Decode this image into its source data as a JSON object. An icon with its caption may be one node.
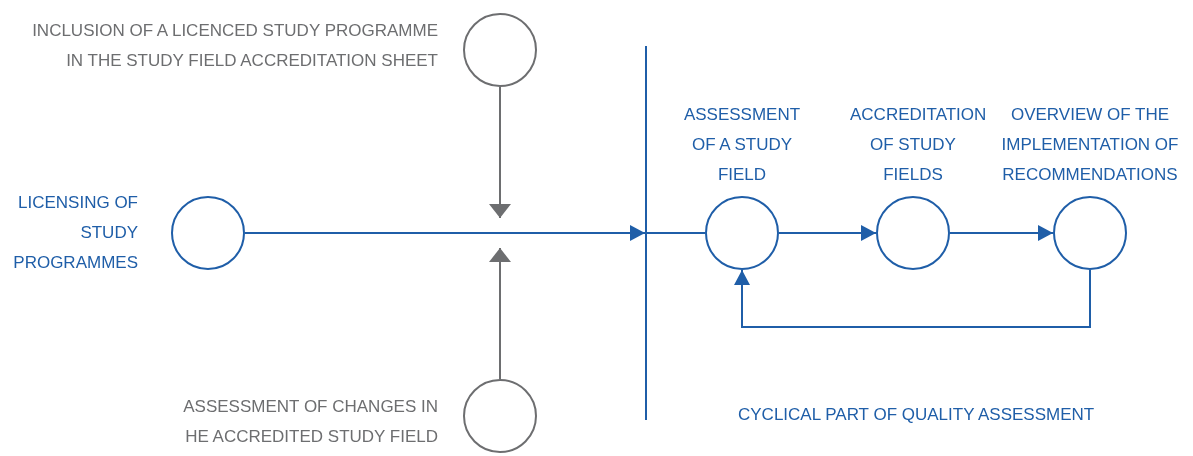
{
  "diagram": {
    "nodes": [
      {
        "text": [],
        "shape": "circle",
        "beside": [
          "INCLUSION OF A LICENCED STUDY PROGRAMME IN THE STUDY FIELD ACCREDITATION SHEET"
        ]
      },
      {
        "text": [],
        "shape": "circle",
        "beside": [
          "LICENSING OF STUDY PROGRAMMES"
        ]
      },
      {
        "text": [],
        "shape": "circle",
        "beside": [
          "ASSESSMENT OF CHANGES IN HE ACCREDITED STUDY FIELD"
        ]
      },
      {
        "text": [],
        "shape": "bar"
      },
      {
        "text": [],
        "shape": "circle",
        "beside": [
          "ASSESSMENT OF A STUDY FIELD"
        ]
      },
      {
        "text": [],
        "shape": "circle",
        "beside": [
          "ACCREDITATION OF STUDY FIELDS"
        ]
      },
      {
        "text": [],
        "shape": "circle",
        "beside": [
          "OVERVIEW OF THE IMPLEMENTATION OF RECOMMENDATIONS"
        ]
      }
    ],
    "edges": [
      {
        "from": 0,
        "to": null,
        "arrow": "to",
        "color": "#6d6e70"
      },
      {
        "from": 2,
        "to": null,
        "arrow": "to",
        "color": "#6d6e70"
      },
      {
        "from": 1,
        "to": 3,
        "arrow": "to"
      },
      {
        "from": 3,
        "to": 4,
        "arrow": "none"
      },
      {
        "from": 4,
        "to": 5,
        "arrow": "to"
      },
      {
        "from": 5,
        "to": 6,
        "arrow": "to"
      },
      {
        "from": 6,
        "to": 4,
        "arrow": "to"
      }
    ],
    "labels": [
      "CYCLICAL PART OF QUALITY ASSESSMENT"
    ]
  }
}
